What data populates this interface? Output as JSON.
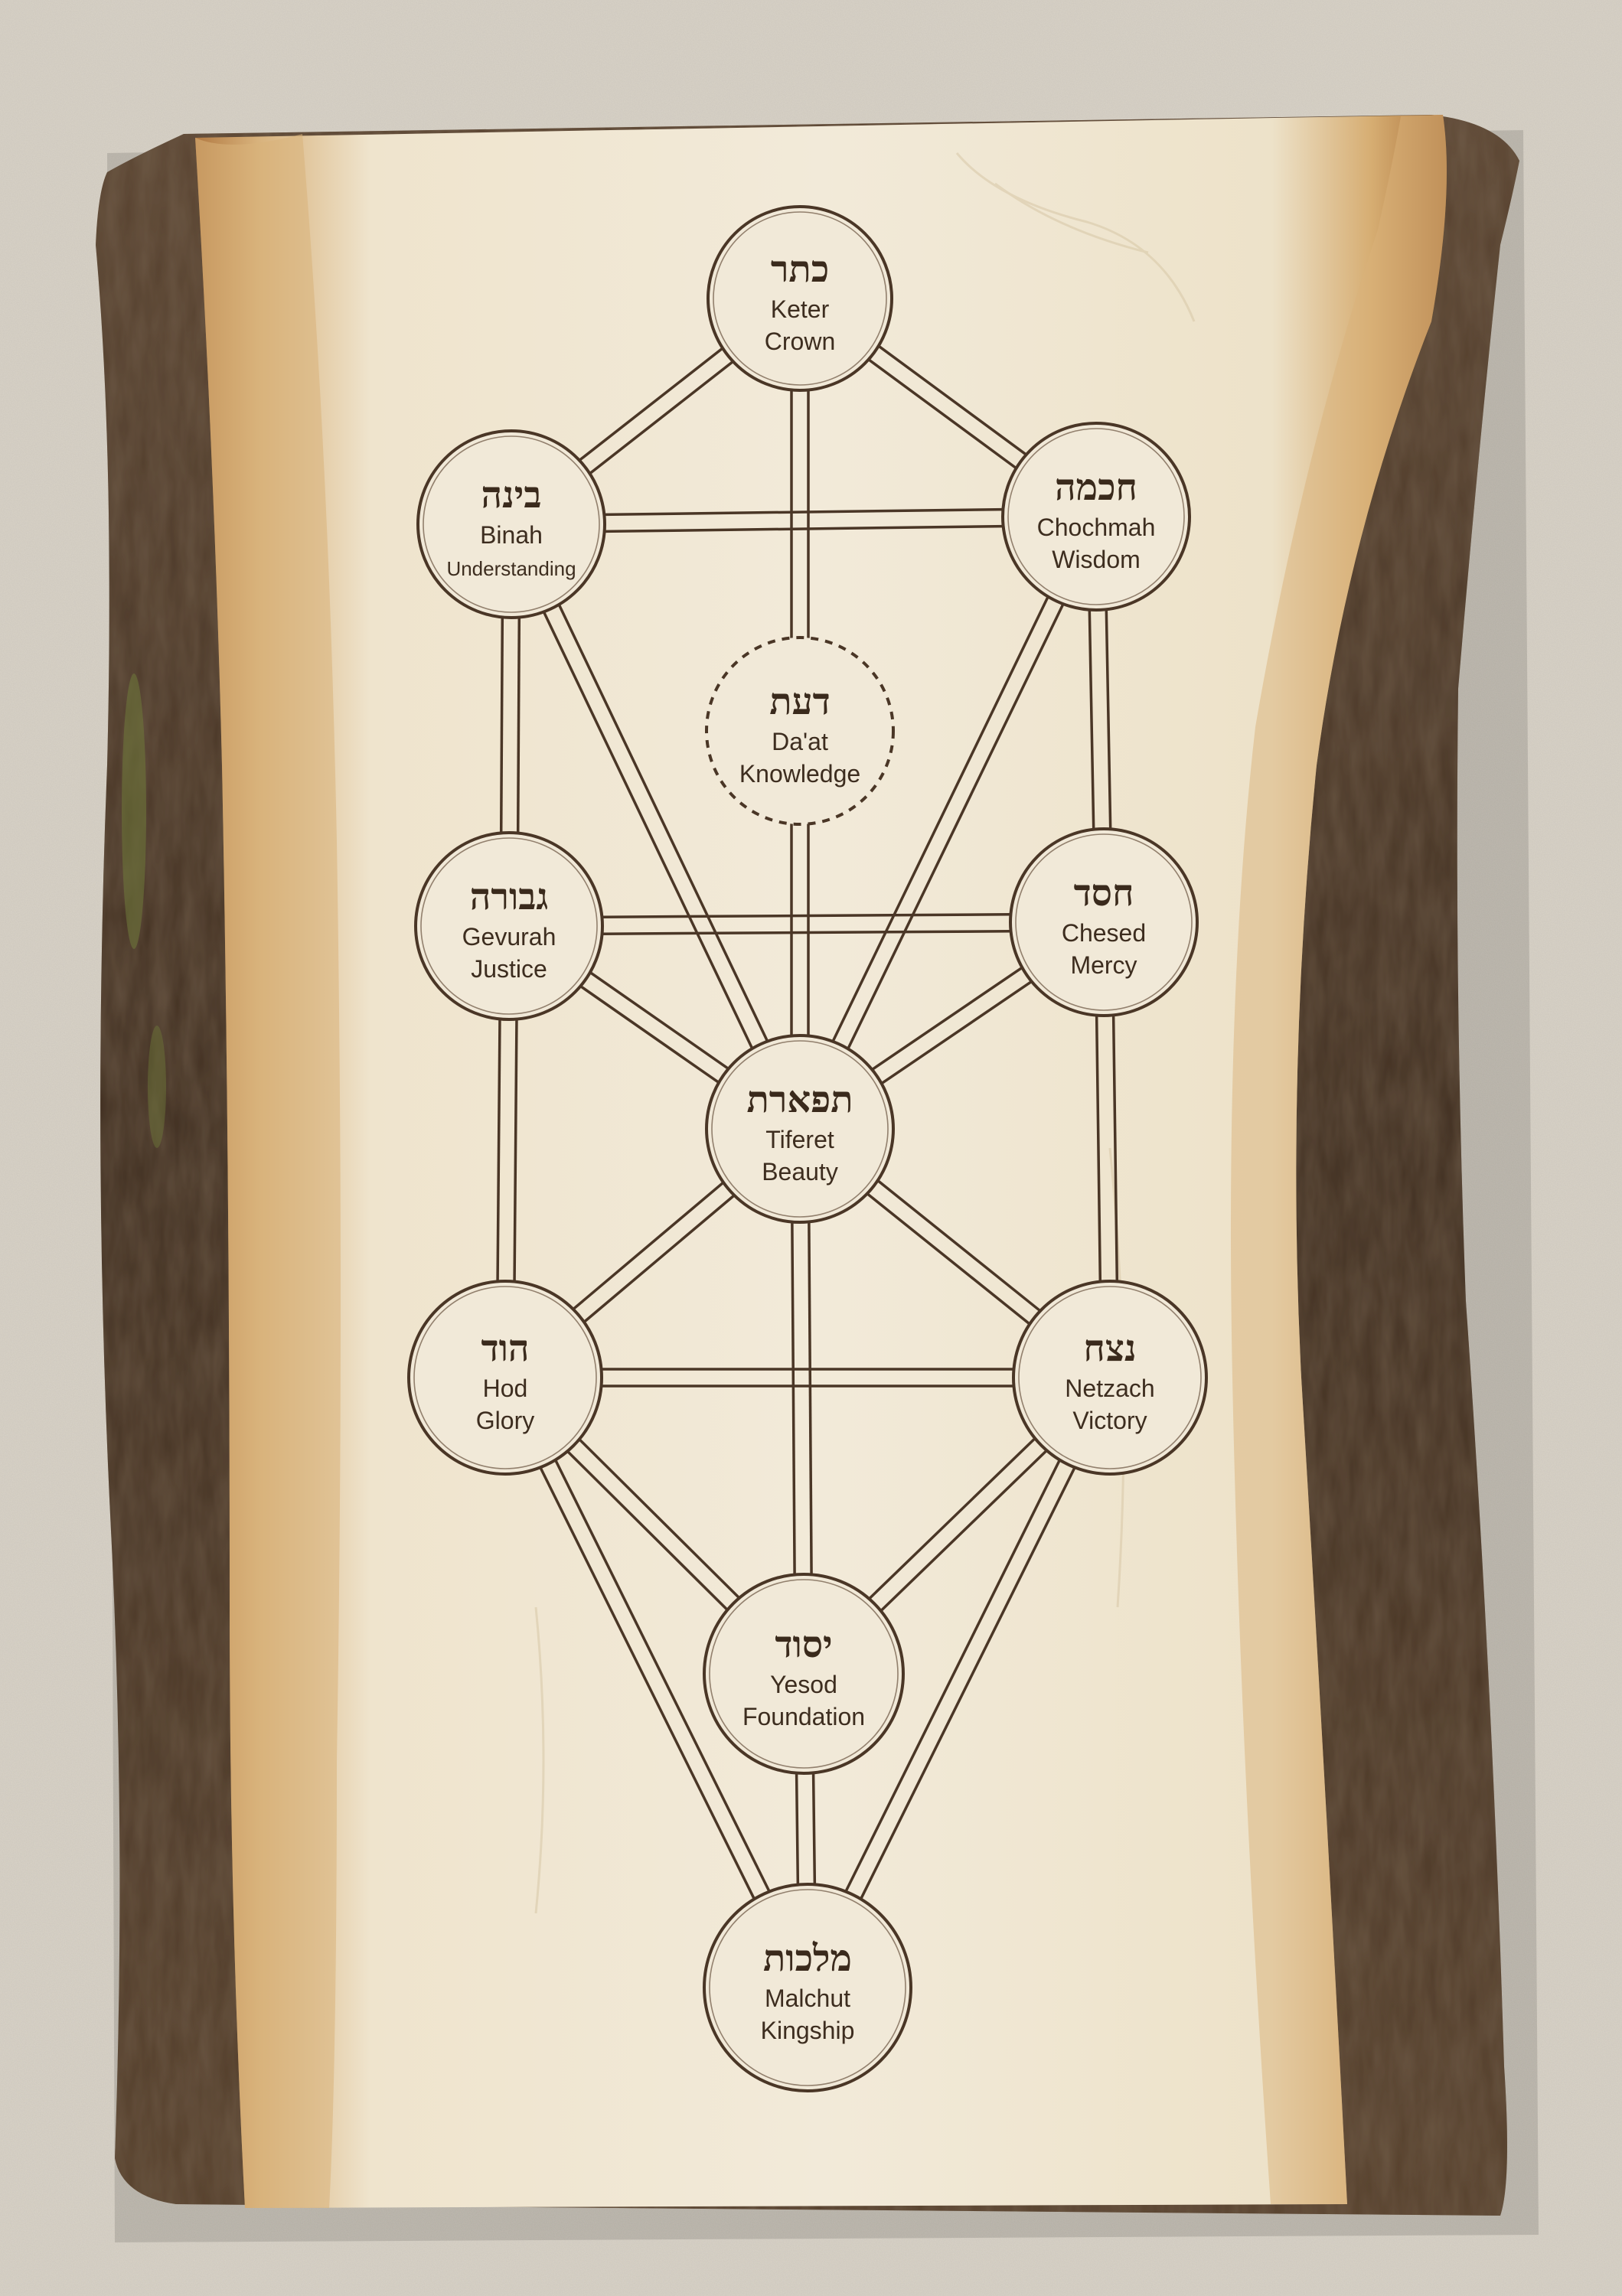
{
  "sefirot": [
    {
      "id": "keter",
      "hebrew": "כתר",
      "name": "Keter",
      "meaning": "Crown"
    },
    {
      "id": "binah",
      "hebrew": "בינה",
      "name": "Binah",
      "meaning": "Understanding"
    },
    {
      "id": "chochmah",
      "hebrew": "חכמה",
      "name": "Chochmah",
      "meaning": "Wisdom"
    },
    {
      "id": "daat",
      "hebrew": "דעת",
      "name": "Da'at",
      "meaning": "Knowledge"
    },
    {
      "id": "gevurah",
      "hebrew": "גבורה",
      "name": "Gevurah",
      "meaning": "Justice"
    },
    {
      "id": "chesed",
      "hebrew": "חסד",
      "name": "Chesed",
      "meaning": "Mercy"
    },
    {
      "id": "tiferet",
      "hebrew": "תפארת",
      "name": "Tiferet",
      "meaning": "Beauty"
    },
    {
      "id": "hod",
      "hebrew": "הוד",
      "name": "Hod",
      "meaning": "Glory"
    },
    {
      "id": "netzach",
      "hebrew": "נצח",
      "name": "Netzach",
      "meaning": "Victory"
    },
    {
      "id": "yesod",
      "hebrew": "יסוד",
      "name": "Yesod",
      "meaning": "Foundation"
    },
    {
      "id": "malchut",
      "hebrew": "מלכות",
      "name": "Malchut",
      "meaning": "Kingship"
    }
  ],
  "colors": {
    "wood_light": "#efe6d2",
    "wood_edge": "#c9a06a",
    "bark": "#4a3828",
    "engraving": "#4a3626",
    "background": "#d9d3c8"
  }
}
